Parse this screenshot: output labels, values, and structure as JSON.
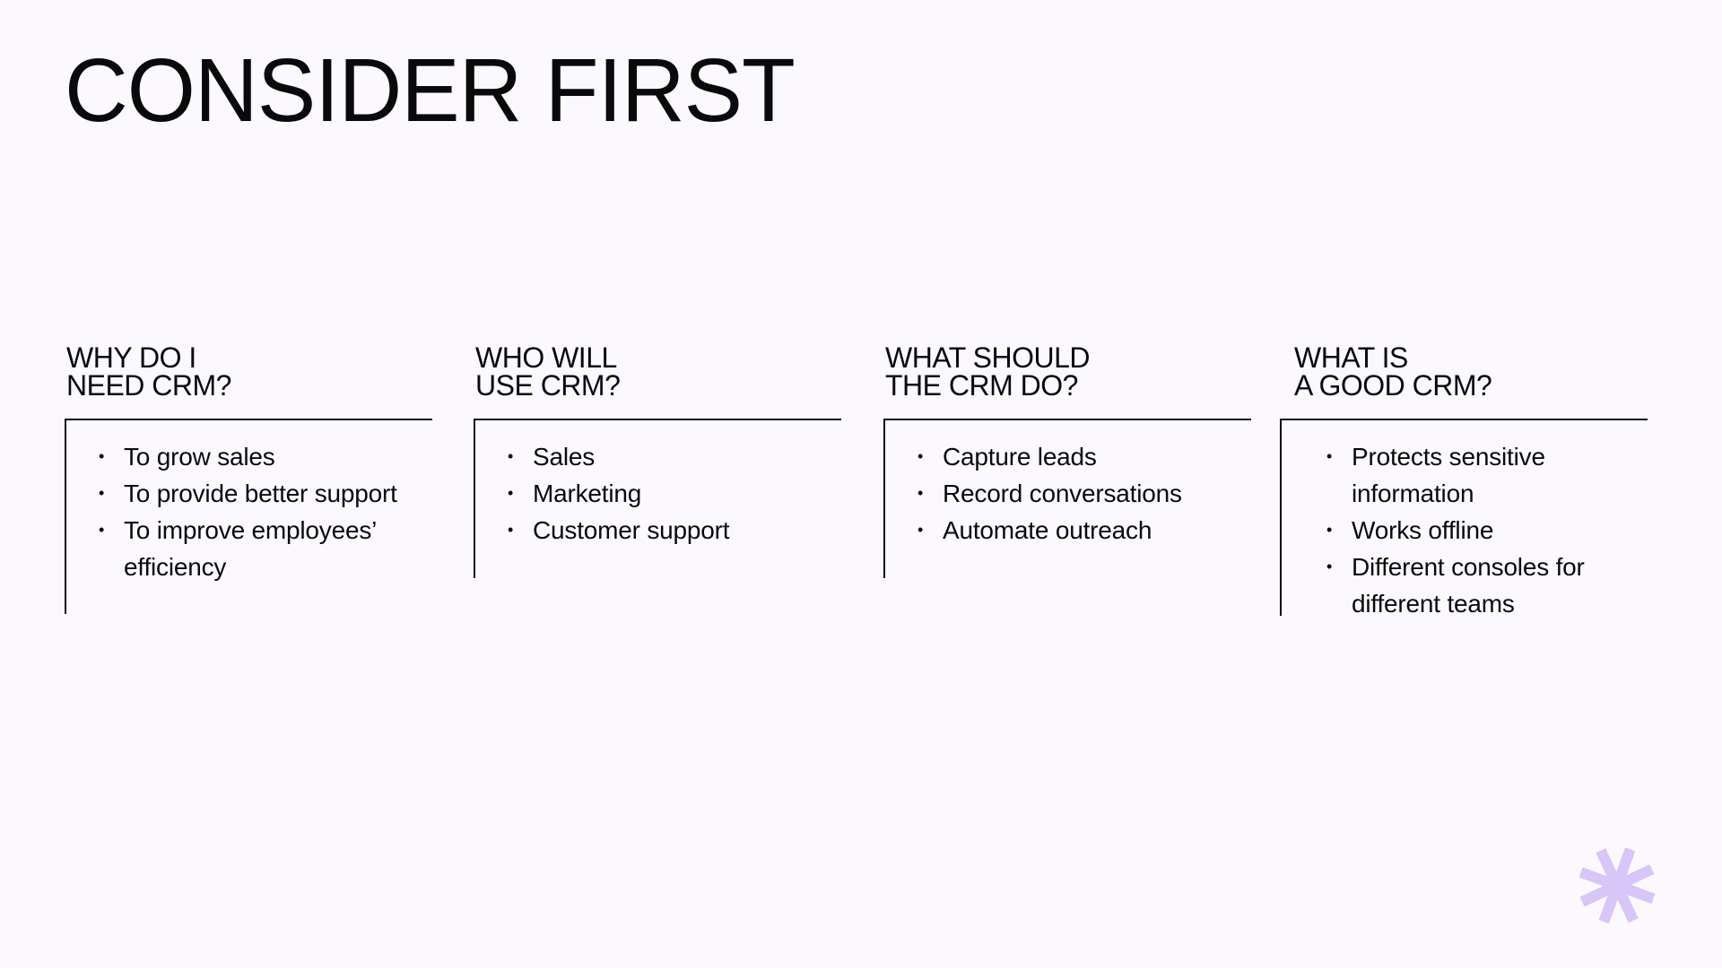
{
  "slide": {
    "title": "CONSIDER FIRST",
    "accent_color": "#d7c6f7",
    "background_color": "#fbf9fe",
    "columns": [
      {
        "heading": "WHY DO I\nNEED CRM?",
        "items": [
          "To grow sales",
          "To provide better support",
          "To improve employees’ efficiency"
        ]
      },
      {
        "heading": "WHO WILL\nUSE CRM?",
        "items": [
          "Sales",
          "Marketing",
          "Customer support"
        ]
      },
      {
        "heading": "WHAT SHOULD\nTHE CRM DO?",
        "items": [
          "Capture leads",
          "Record conversations",
          "Automate outreach"
        ]
      },
      {
        "heading": "WHAT IS\nA GOOD CRM?",
        "items": [
          "Protects sensitive information",
          "Works offline",
          "Different consoles for different teams"
        ]
      }
    ],
    "decoration": {
      "icon": "asterisk-icon"
    }
  }
}
